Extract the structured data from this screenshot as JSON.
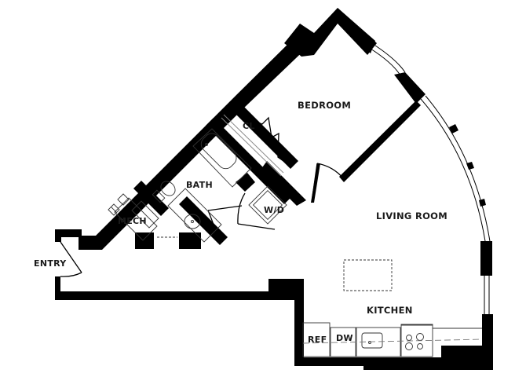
{
  "floorplan": {
    "rooms": {
      "bedroom": "BEDROOM",
      "closet": "CL",
      "bath": "BATH",
      "washer_dryer": "W/D",
      "mech": "MECH",
      "entry": "ENTRY",
      "living_room": "LIVING ROOM",
      "kitchen": "KITCHEN"
    },
    "appliances": {
      "refrigerator": "REF",
      "dishwasher": "DW"
    },
    "colors": {
      "wall": "#000000",
      "fixture_line": "#333333",
      "background": "#ffffff"
    }
  }
}
